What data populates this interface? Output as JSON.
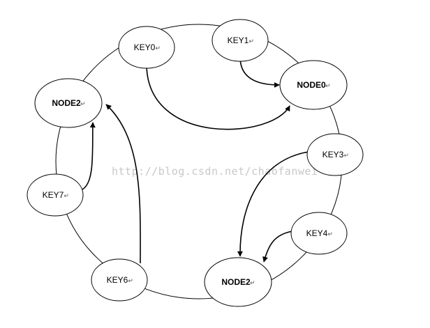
{
  "diagram": {
    "nodes": [
      {
        "id": "key0",
        "label": "KEY0",
        "kind": "key"
      },
      {
        "id": "key1",
        "label": "KEY1",
        "kind": "key"
      },
      {
        "id": "node0",
        "label": "NODE0",
        "kind": "node"
      },
      {
        "id": "node2a",
        "label": "NODE2",
        "kind": "node"
      },
      {
        "id": "key3",
        "label": "KEY3",
        "kind": "key"
      },
      {
        "id": "key7",
        "label": "KEY7",
        "kind": "key"
      },
      {
        "id": "key4",
        "label": "KEY4",
        "kind": "key"
      },
      {
        "id": "key6",
        "label": "KEY6",
        "kind": "key"
      },
      {
        "id": "node2b",
        "label": "NODE2",
        "kind": "node"
      }
    ],
    "edges": [
      {
        "from": "key1",
        "to": "node0"
      },
      {
        "from": "key0",
        "to": "node0"
      },
      {
        "from": "key7",
        "to": "node2a"
      },
      {
        "from": "key6",
        "to": "node2a"
      },
      {
        "from": "key3",
        "to": "node2b"
      },
      {
        "from": "key4",
        "to": "node2b"
      }
    ],
    "return_mark": "↵",
    "watermark": "http://blog.csdn.net/chaofanwei"
  }
}
